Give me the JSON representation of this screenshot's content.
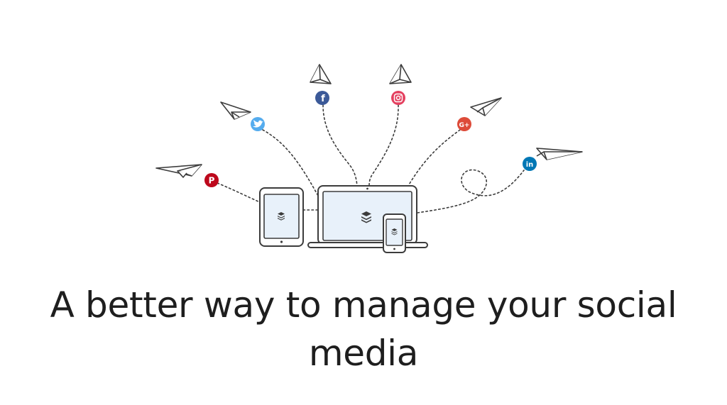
{
  "headline": "A better way to manage your social media",
  "colors": {
    "line": "#3c3c3c",
    "screen": "#e8f1fa",
    "pinterest": "#bd081c",
    "twitter": "#55acee",
    "facebook": "#3b5998",
    "instagram": "#e4405f",
    "google_plus": "#dd4b39",
    "linkedin": "#0077b5"
  },
  "networks": [
    {
      "name": "pinterest",
      "icon": "pinterest-icon",
      "glyph": "P"
    },
    {
      "name": "twitter",
      "icon": "twitter-icon",
      "glyph": ""
    },
    {
      "name": "facebook",
      "icon": "facebook-icon",
      "glyph": "f"
    },
    {
      "name": "instagram",
      "icon": "instagram-icon",
      "glyph": ""
    },
    {
      "name": "google-plus",
      "icon": "google-plus-icon",
      "glyph": "G+"
    },
    {
      "name": "linkedin",
      "icon": "linkedin-icon",
      "glyph": "in"
    }
  ],
  "devices": [
    "tablet",
    "laptop",
    "phone"
  ],
  "device_logo_icon": "layers-logo-icon"
}
